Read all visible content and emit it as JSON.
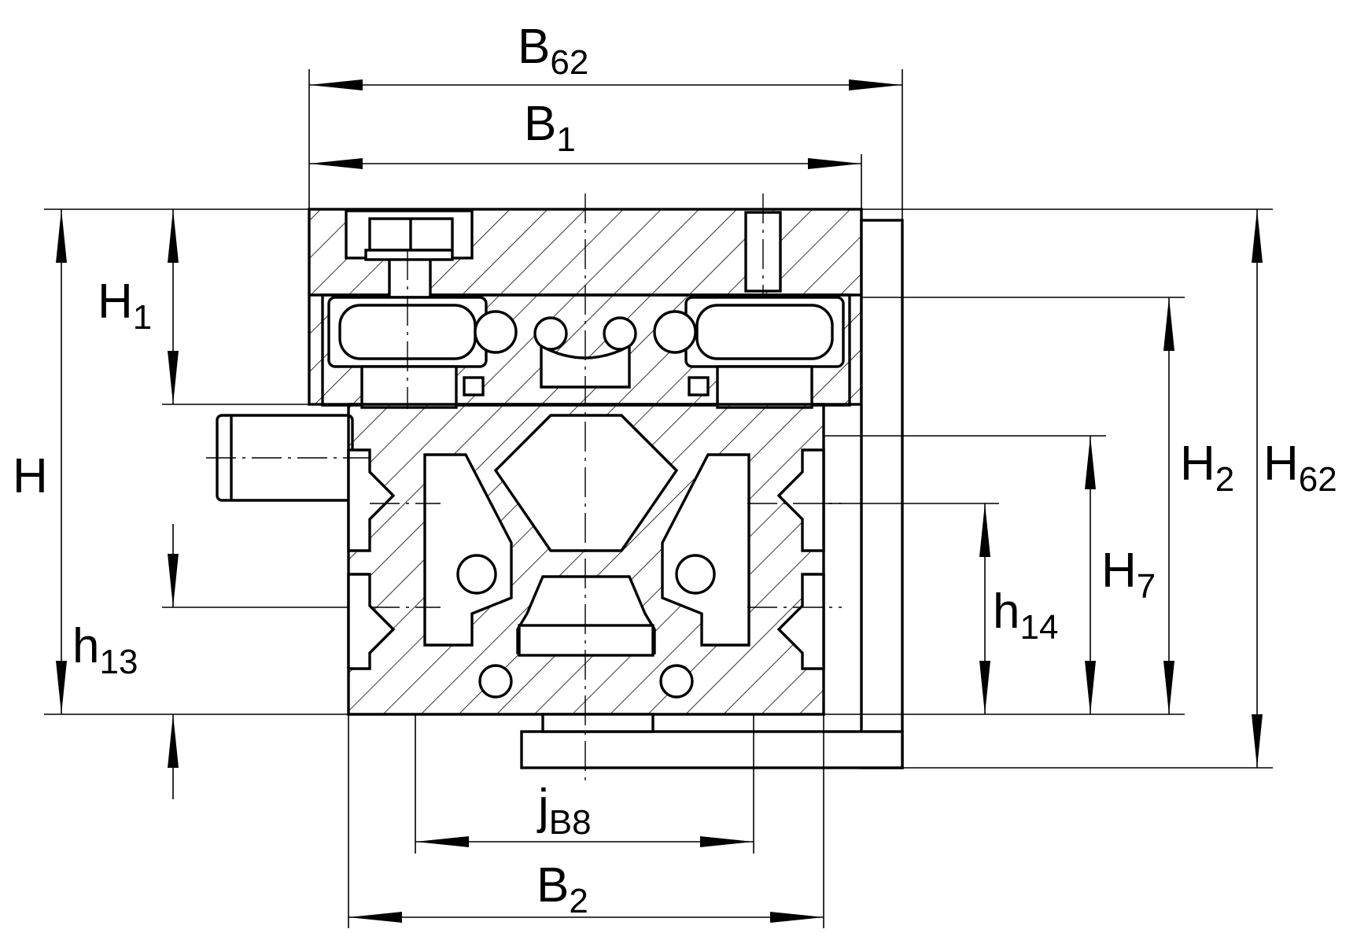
{
  "dimensions": [
    {
      "id": "b62",
      "base": "B",
      "sub": "62"
    },
    {
      "id": "b1",
      "base": "B",
      "sub": "1"
    },
    {
      "id": "h1",
      "base": "H",
      "sub": "1"
    },
    {
      "id": "h",
      "base": "H",
      "sub": ""
    },
    {
      "id": "h13",
      "base": "h",
      "sub": "13"
    },
    {
      "id": "h2",
      "base": "H",
      "sub": "2"
    },
    {
      "id": "h62",
      "base": "H",
      "sub": "62"
    },
    {
      "id": "h7",
      "base": "H",
      "sub": "7"
    },
    {
      "id": "h14",
      "base": "h",
      "sub": "14"
    },
    {
      "id": "jb8",
      "base": "j",
      "sub": "B8"
    },
    {
      "id": "b2",
      "base": "B",
      "sub": "2"
    }
  ]
}
